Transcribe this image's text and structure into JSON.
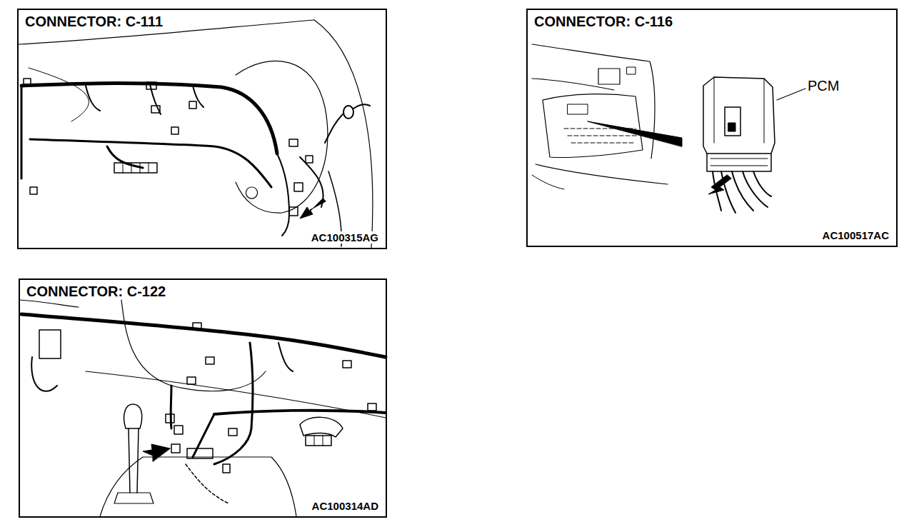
{
  "diagram": {
    "nodes": [
      {
        "text": [
          "CONNECTOR: C-111",
          "AC100315AG"
        ]
      },
      {
        "text": [
          "CONNECTOR: C-116",
          "AC100517AC"
        ]
      },
      {
        "text": [
          "CONNECTOR: C-122",
          "AC100314AD"
        ]
      }
    ],
    "labels": [
      "PCM"
    ]
  }
}
